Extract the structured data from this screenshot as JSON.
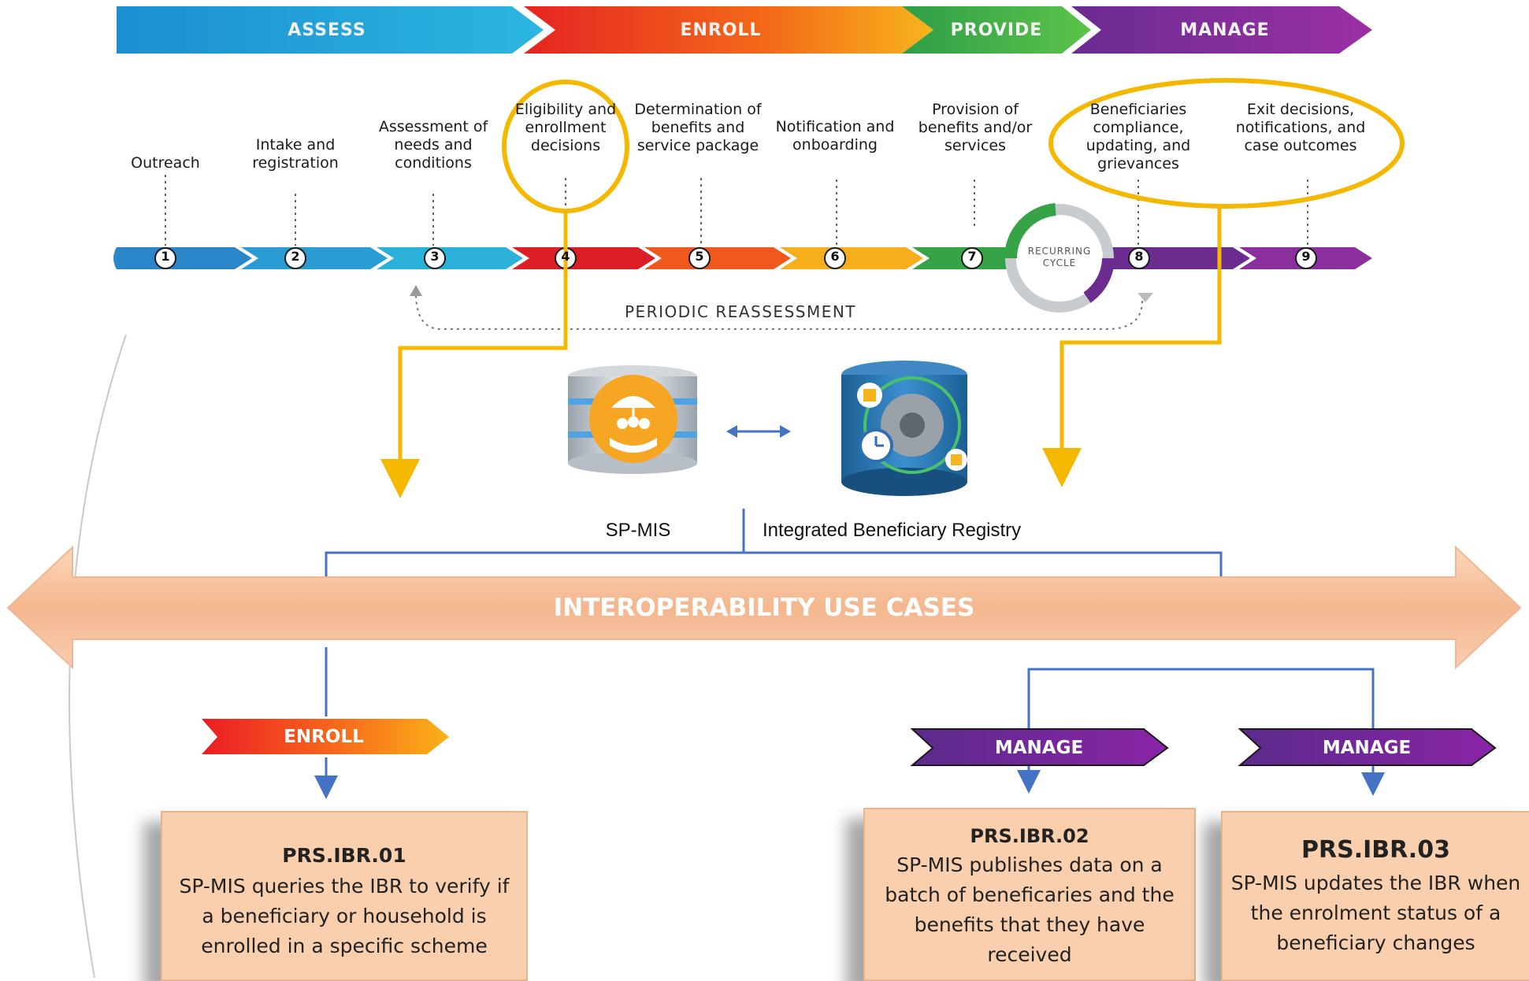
{
  "phases": [
    {
      "label": "ASSESS",
      "color": "#1c99d6"
    },
    {
      "label": "ENROLL",
      "color": "#e8391f"
    },
    {
      "label": "PROVIDE",
      "color": "#3bb04a"
    },
    {
      "label": "MANAGE",
      "color": "#7a2f9c"
    }
  ],
  "steps": [
    {
      "num": "1",
      "label": "Outreach"
    },
    {
      "num": "2",
      "label": "Intake and registration"
    },
    {
      "num": "3",
      "label": "Assessment of needs and conditions"
    },
    {
      "num": "4",
      "label": "Eligibility and enrollment decisions"
    },
    {
      "num": "5",
      "label": "Determination of benefits and service package"
    },
    {
      "num": "6",
      "label": "Notification and onboarding"
    },
    {
      "num": "7",
      "label": "Provision of benefits and/or services"
    },
    {
      "num": "8",
      "label": "Beneficiaries compliance, updating, and grievances"
    },
    {
      "num": "9",
      "label": "Exit decisions, notifications, and case outcomes"
    }
  ],
  "cycle_label": "RECURRING CYCLE",
  "reassessment_label": "PERIODIC REASSESSMENT",
  "systems": {
    "left": "SP-MIS",
    "right": "Integrated Beneficiary Registry"
  },
  "banner_label": "INTEROPERABILITY USE CASES",
  "use_cases": [
    {
      "phase": "ENROLL",
      "id": "PRS.IBR.01",
      "text": "SP-MIS queries the IBR to verify if a beneficiary or household is enrolled in a specific scheme"
    },
    {
      "phase": "MANAGE",
      "id": "PRS.IBR.02",
      "text": "SP-MIS publishes data on a batch of beneficaries and the benefits that they have received"
    },
    {
      "phase": "MANAGE",
      "id": "PRS.IBR.03",
      "text": "SP-MIS updates the IBR when the enrolment status of a beneficiary changes"
    }
  ],
  "colors": {
    "highlight": "#f5b800",
    "connector": "#4472c4",
    "card_fill": "#f9cfae",
    "banner": "#f6c7a4"
  }
}
